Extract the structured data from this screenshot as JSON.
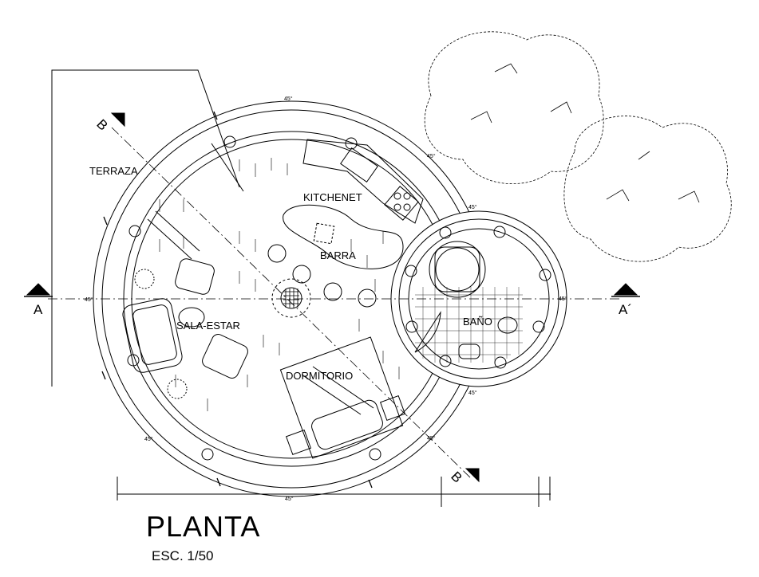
{
  "drawing": {
    "title": "PLANTA",
    "scale": "ESC. 1/50"
  },
  "rooms": {
    "terraza": "TERRAZA",
    "kitchenet": "KITCHENET",
    "barra": "BARRA",
    "sala_estar": "SALA-ESTAR",
    "dormitorio": "DORMITORIO",
    "bano": "BAÑO"
  },
  "section_marks": {
    "a_left": "A",
    "a_right": "A´",
    "b_top": "B",
    "b_bottom": "B"
  },
  "dimensions": {
    "angle": "45°"
  },
  "colors": {
    "line": "#000000",
    "background": "#ffffff"
  },
  "icons": [
    "section-marker-icon",
    "tree-icon",
    "plant-icon",
    "sofa-icon",
    "armchair-icon",
    "bed-icon",
    "sink-icon",
    "stove-icon",
    "toilet-icon",
    "bathtub-icon"
  ]
}
